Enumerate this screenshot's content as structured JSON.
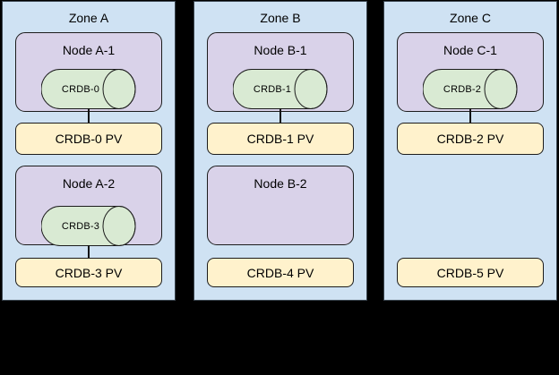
{
  "diagram": {
    "background": "#000000",
    "palette": {
      "zone_fill": "#cfe2f3",
      "zone_border": "#3b4650",
      "node_fill": "#d9d2e9",
      "pod_fill": "#d9ead3",
      "pv_fill": "#fff2cc",
      "shape_border": "#1c1c1c",
      "text": "#000000"
    },
    "zones": [
      {
        "label": "Zone A",
        "nodes": [
          {
            "label": "Node A-1",
            "pod": "CRDB-0"
          },
          {
            "label": "Node A-2",
            "pod": "CRDB-3"
          }
        ],
        "pvs": [
          "CRDB-0 PV",
          "CRDB-3 PV"
        ]
      },
      {
        "label": "Zone B",
        "nodes": [
          {
            "label": "Node B-1",
            "pod": "CRDB-1"
          },
          {
            "label": "Node B-2",
            "pod": null
          }
        ],
        "pvs": [
          "CRDB-1 PV",
          "CRDB-4 PV"
        ]
      },
      {
        "label": "Zone C",
        "nodes": [
          {
            "label": "Node C-1",
            "pod": "CRDB-2"
          }
        ],
        "pvs": [
          "CRDB-2 PV",
          "CRDB-5 PV"
        ]
      }
    ]
  }
}
